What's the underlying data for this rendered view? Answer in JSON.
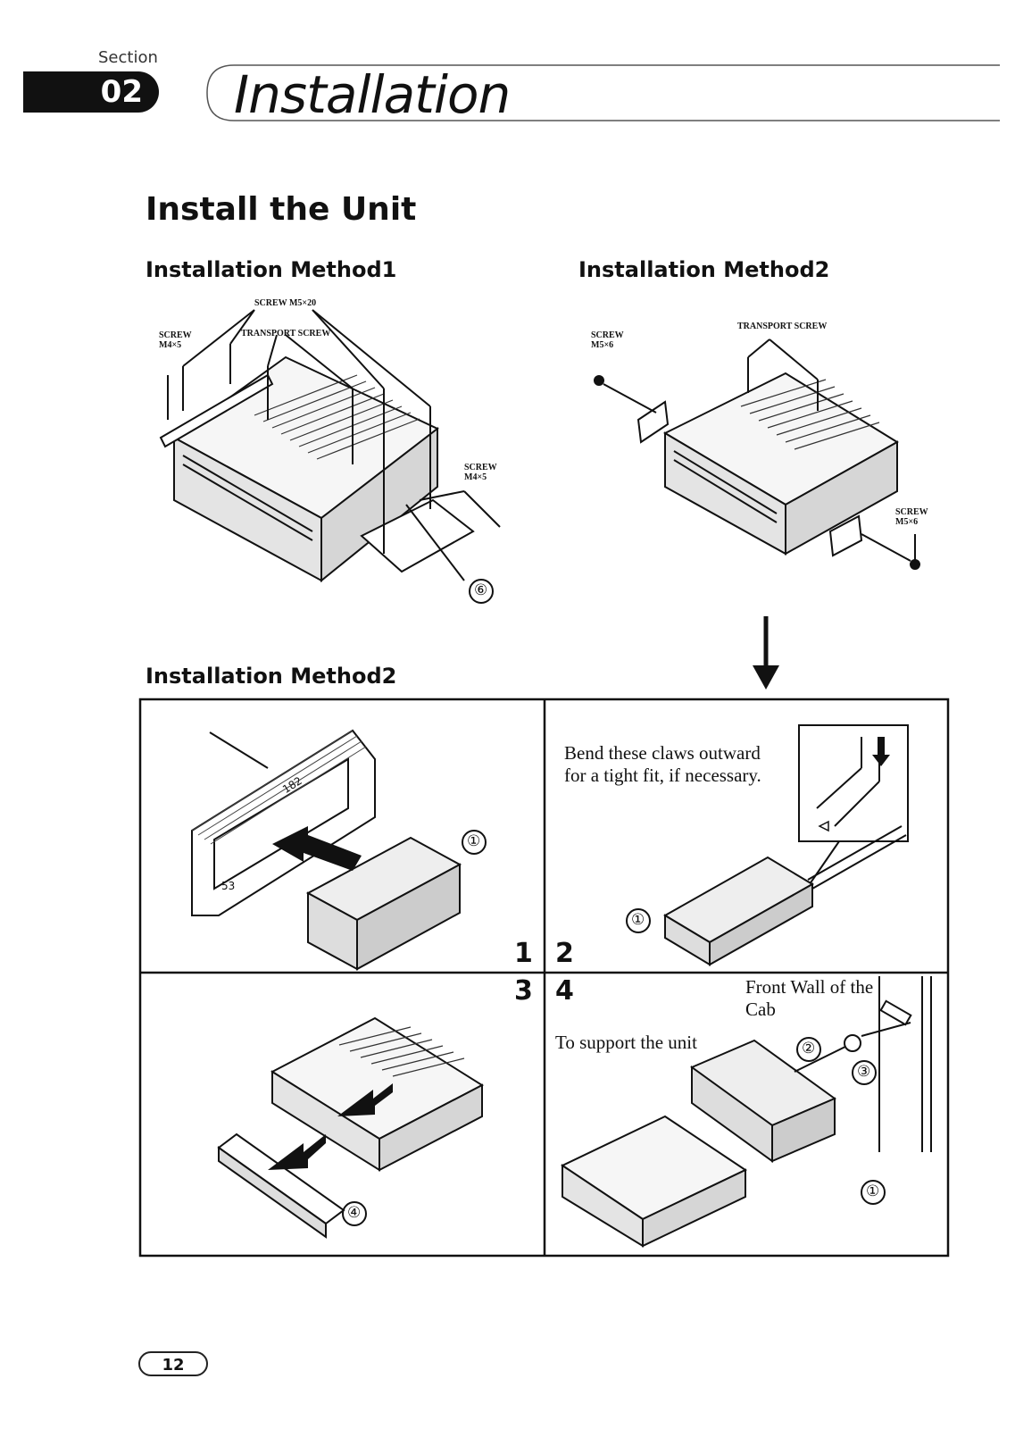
{
  "header": {
    "section_label": "Section",
    "section_number": "02",
    "title": "Installation"
  },
  "main": {
    "heading": "Install the Unit",
    "method1": {
      "title": "Installation Method1",
      "labels": {
        "screw_m5_20": "SCREW M5×20",
        "screw_m4_5_top": "SCREW M4×5",
        "transport_screw": "TRANSPORT SCREW",
        "screw_m4_5_right": "SCREW M4×5",
        "callout": "⑥"
      }
    },
    "method2_top": {
      "title": "Installation Method2",
      "labels": {
        "screw_m5_6_left": "SCREW M5×6",
        "transport_screw": "TRANSPORT SCREW",
        "screw_m5_6_right": "SCREW M5×6"
      }
    },
    "method2_steps": {
      "title": "Installation Method2",
      "steps": [
        {
          "number": "1",
          "callout": "①",
          "dim_a": "182",
          "dim_b": "53"
        },
        {
          "number": "2",
          "callout": "①",
          "text": "Bend these claws outward for a tight fit, if necessary."
        },
        {
          "number": "3",
          "callout": "④"
        },
        {
          "number": "4",
          "text_top": "Front Wall of the Cab",
          "text_support": "To support the unit",
          "callouts": [
            "②",
            "③",
            "①"
          ]
        }
      ]
    }
  },
  "footer": {
    "page_number": "12"
  }
}
